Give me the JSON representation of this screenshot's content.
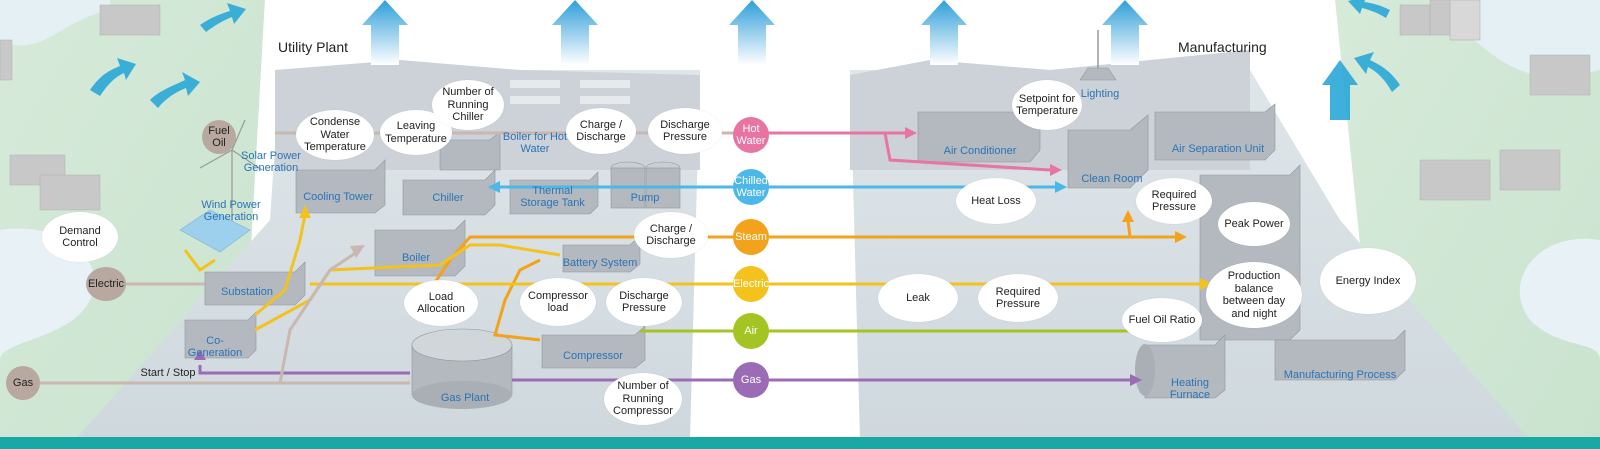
{
  "sections": {
    "utility_plant": "Utility Plant",
    "manufacturing": "Manufacturing"
  },
  "sources": {
    "fuel_oil": "Fuel Oil",
    "electric": "Electric",
    "gas": "Gas"
  },
  "utilities": {
    "hot_water": "Hot Water",
    "chilled_water": "Chilled Water",
    "steam": "Steam",
    "electric": "Electric",
    "air": "Air",
    "gas": "Gas"
  },
  "utility_colors": {
    "hot_water": "#e874a4",
    "chilled_water": "#4bb8e8",
    "steam": "#f2a31b",
    "electric": "#f3c21d",
    "air": "#a3c423",
    "gas": "#9c6bb5"
  },
  "equipment": {
    "solar": "Solar Power Generation",
    "wind": "Wind Power Generation",
    "cooling_tower": "Cooling Tower",
    "chiller": "Chiller",
    "boiler_hot_water": "Boiler for Hot Water",
    "thermal_storage": "Thermal Storage Tank",
    "pump": "Pump",
    "boiler": "Boiler",
    "battery": "Battery System",
    "substation": "Substation",
    "cogeneration": "Co-Generation",
    "compressor": "Compressor",
    "gas_plant": "Gas Plant",
    "air_conditioner": "Air Conditioner",
    "lighting": "Lighting",
    "clean_room": "Clean Room",
    "air_separation": "Air Separation Unit",
    "heating_furnace": "Heating Furnace",
    "manufacturing_process": "Manufacturing Process"
  },
  "bubbles": {
    "demand_control": "Demand Control",
    "condense_water_temp": "Condense Water Temperature",
    "leaving_temp": "Leaving Temperature",
    "num_running_chiller": "Number of Running Chiller",
    "charge_discharge_1": "Charge / Discharge",
    "discharge_pressure_1": "Discharge Pressure",
    "charge_discharge_2": "Charge / Discharge",
    "load_allocation": "Load Allocation",
    "compressor_load": "Compressor load",
    "discharge_pressure_2": "Discharge Pressure",
    "num_running_compressor": "Number of Running Compressor",
    "setpoint_temp": "Setpoint for Temperature",
    "heat_loss": "Heat Loss",
    "required_pressure_1": "Required Pressure",
    "peak_power": "Peak Power",
    "leak": "Leak",
    "required_pressure_2": "Required Pressure",
    "production_balance": "Production balance between day and night",
    "energy_index": "Energy Index",
    "fuel_oil_ratio": "Fuel Oil Ratio"
  },
  "notes": {
    "start_stop": "Start / Stop"
  }
}
